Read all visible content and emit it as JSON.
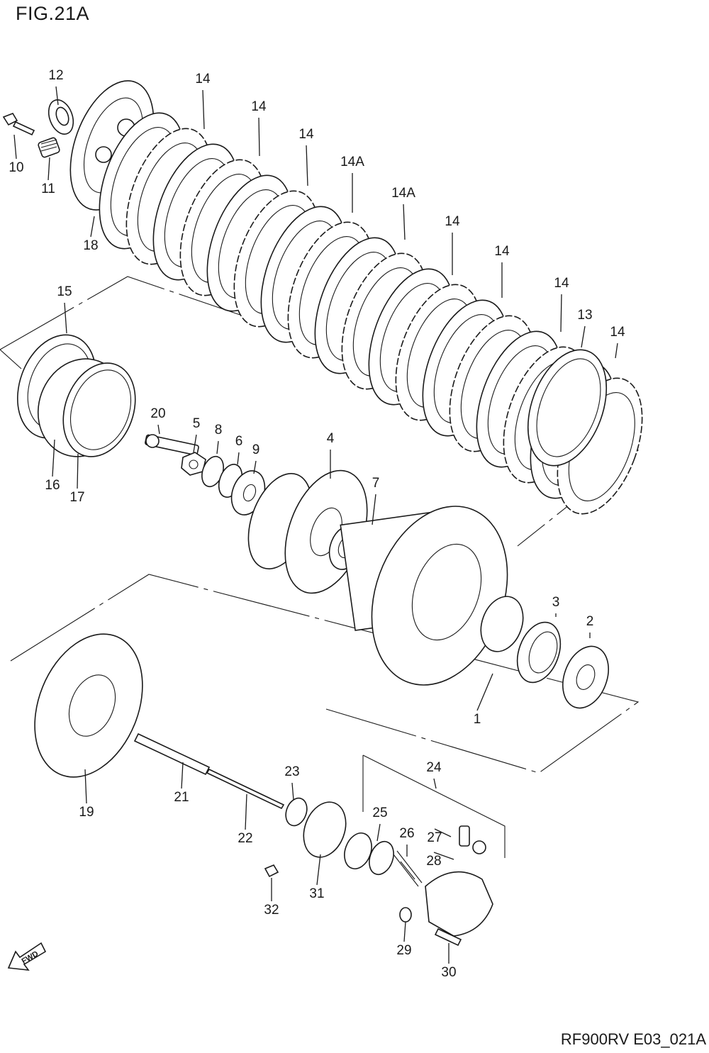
{
  "figure": {
    "title": "FIG.21A",
    "drawing_code": "RF900RV E03_021A",
    "fwd_arrow_label": "FWD"
  },
  "callouts": [
    {
      "label": "12"
    },
    {
      "label": "14"
    },
    {
      "label": "14"
    },
    {
      "label": "14"
    },
    {
      "label": "10"
    },
    {
      "label": "11"
    },
    {
      "label": "14A"
    },
    {
      "label": "14A"
    },
    {
      "label": "18"
    },
    {
      "label": "14"
    },
    {
      "label": "14"
    },
    {
      "label": "15"
    },
    {
      "label": "14"
    },
    {
      "label": "13"
    },
    {
      "label": "14"
    },
    {
      "label": "20"
    },
    {
      "label": "5"
    },
    {
      "label": "8"
    },
    {
      "label": "6"
    },
    {
      "label": "9"
    },
    {
      "label": "4"
    },
    {
      "label": "16"
    },
    {
      "label": "17"
    },
    {
      "label": "7"
    },
    {
      "label": "3"
    },
    {
      "label": "2"
    },
    {
      "label": "1"
    },
    {
      "label": "24"
    },
    {
      "label": "23"
    },
    {
      "label": "19"
    },
    {
      "label": "21"
    },
    {
      "label": "25"
    },
    {
      "label": "26"
    },
    {
      "label": "27"
    },
    {
      "label": "22"
    },
    {
      "label": "28"
    },
    {
      "label": "31"
    },
    {
      "label": "32"
    },
    {
      "label": "29"
    },
    {
      "label": "30"
    }
  ]
}
